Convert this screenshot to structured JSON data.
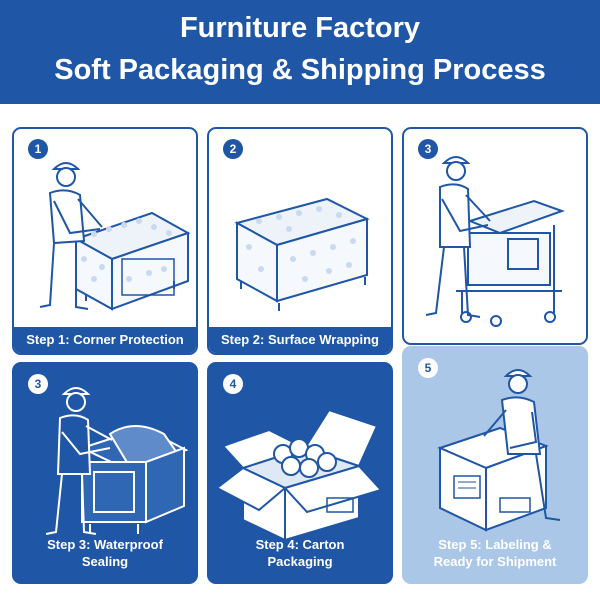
{
  "header": {
    "title_line1": "Furniture Factory",
    "title_line2": "Soft Packaging & Shipping Process"
  },
  "steps": [
    {
      "number": "1",
      "caption": "Step 1: Corner Protection"
    },
    {
      "number": "2",
      "caption": "Step 2: Surface Wrapping"
    },
    {
      "number": "3",
      "caption": ""
    },
    {
      "number": "3",
      "caption_line1": "Step 3: Waterproof",
      "caption_line2": "Sealing"
    },
    {
      "number": "4",
      "caption_line1": "Step 4: Carton",
      "caption_line2": "Packaging"
    },
    {
      "number": "5",
      "caption_line1": "Step 5: Labeling &",
      "caption_line2": "Ready for Shipment"
    }
  ],
  "colors": {
    "brand_blue": "#1f56a6",
    "light_blue": "#aac7e8",
    "background": "#ffffff"
  },
  "icons": [
    "worker-icon",
    "bubble-wrap-crate-icon",
    "cart-icon",
    "plastic-sheet-icon",
    "open-carton-icon",
    "labeled-box-icon"
  ]
}
